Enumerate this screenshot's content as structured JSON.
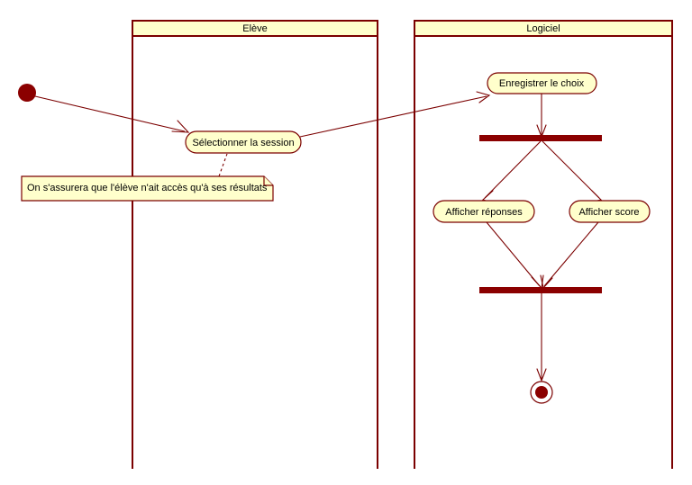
{
  "diagram": {
    "type": "uml-activity-diagram",
    "title": "",
    "colors": {
      "stroke": "#7b0000",
      "fill": "#ffffcc",
      "node_fill": "#8b0000",
      "background": "#ffffff"
    },
    "swimlanes": [
      {
        "id": "eleve",
        "label": "Elève"
      },
      {
        "id": "logiciel",
        "label": "Logiciel"
      }
    ],
    "nodes": [
      {
        "id": "start",
        "kind": "initial-node",
        "label": "",
        "lane": "eleve"
      },
      {
        "id": "selectionner",
        "kind": "action",
        "label": "Sélectionner la session",
        "lane": "eleve"
      },
      {
        "id": "enregistrer",
        "kind": "action",
        "label": "Enregistrer le choix",
        "lane": "logiciel"
      },
      {
        "id": "fork",
        "kind": "fork-bar",
        "label": "",
        "lane": "logiciel"
      },
      {
        "id": "reponses",
        "kind": "action",
        "label": "Afficher réponses",
        "lane": "logiciel"
      },
      {
        "id": "score",
        "kind": "action",
        "label": "Afficher score",
        "lane": "logiciel"
      },
      {
        "id": "join",
        "kind": "join-bar",
        "label": "",
        "lane": "logiciel"
      },
      {
        "id": "final",
        "kind": "final-node",
        "label": "",
        "lane": "logiciel"
      }
    ],
    "note": {
      "id": "note-eleve",
      "text": "On s'assurera que l'élève n'ait accès qu'à ses résultats",
      "anchored_to": "selectionner"
    },
    "edges": [
      {
        "from": "start",
        "to": "selectionner",
        "style": "solid"
      },
      {
        "from": "selectionner",
        "to": "enregistrer",
        "style": "solid"
      },
      {
        "from": "enregistrer",
        "to": "fork",
        "style": "solid"
      },
      {
        "from": "fork",
        "to": "reponses",
        "style": "solid"
      },
      {
        "from": "fork",
        "to": "score",
        "style": "solid"
      },
      {
        "from": "reponses",
        "to": "join",
        "style": "solid"
      },
      {
        "from": "score",
        "to": "join",
        "style": "solid"
      },
      {
        "from": "join",
        "to": "final",
        "style": "solid"
      },
      {
        "from": "note-eleve",
        "to": "selectionner",
        "style": "dashed"
      }
    ]
  }
}
